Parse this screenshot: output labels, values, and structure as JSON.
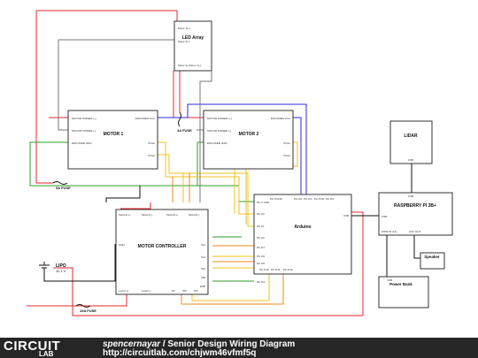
{
  "components": {
    "led_array": {
      "title": "LED Array",
      "pins": [
        "Motor 1(+)",
        "Motor 2(-)",
        "Motor 2(-)Motor 1(-)"
      ]
    },
    "motor1": {
      "title": "MOTOR 1",
      "pins_left": [
        "MOTOR POWER (+)",
        "MOTOR POWER (-)",
        "ENCODER GND"
      ],
      "pins_right": [
        "ENCODER VCC",
        "5Vout",
        "6Vout"
      ]
    },
    "motor2": {
      "title": "MOTOR 2",
      "pins_left": [
        "MOTOR POWER (+)",
        "MOTOR POWER (-)",
        "ENCODER GND"
      ],
      "pins_right": [
        "ENCODER VCC",
        "5Vout",
        "6Vout"
      ]
    },
    "fuse_3a": {
      "label": "3A FUSE"
    },
    "fuse_5a": {
      "label": "5A FUSE"
    },
    "fuse_10a": {
      "label": "10A FUSE"
    },
    "lipo": {
      "label": "LIPO",
      "voltage": "11.1 V"
    },
    "motor_controller": {
      "title": "MOTOR CONTROLLER",
      "pins_top": [
        "Motor1(+)",
        "Motor1(-)",
        "Motor2(+)",
        "Motor2(-)"
      ],
      "pins_left": [
        "GND"
      ],
      "pins_right": [
        "IN1",
        "IN2",
        "INA",
        "INB",
        "ENB"
      ],
      "pins_bottom": [
        "Load (+)",
        "Load (-)",
        "5V",
        "IN3",
        "IN4"
      ]
    },
    "arduino": {
      "title": "Arduino",
      "pins_top": [
        "Pin PGND",
        "Pin D2",
        "Pin D3",
        "Pin P1B",
        "Pin D4"
      ],
      "pins_left": [
        "Pin 3 GND",
        "Pin A3",
        "Pin A1",
        "Pin A0",
        "Pin D7",
        "Pin D6",
        "Pin D5",
        "Pin D4"
      ],
      "pins_bottom": [
        "Pin D10",
        "Pin D11",
        "Pin D12"
      ],
      "pins_right": [
        "USB"
      ]
    },
    "lidar": {
      "title": "LIDAR",
      "pin": "USB"
    },
    "raspberry_pi": {
      "title": "RASPBERRY PI 3B+",
      "pins": [
        "USB",
        "USB",
        "PWM IN (12)",
        "AUX OUT"
      ]
    },
    "speaker": {
      "title": "Speaker"
    },
    "power_bank": {
      "title": "Power Bank",
      "pin": "USB"
    }
  },
  "footer": {
    "logo_line1": "CIRCUIT",
    "logo_line2": "LAB",
    "author": "spencernayar",
    "separator": " / ",
    "title": "Senior Design Wiring Diagram",
    "url": "http://circuitlab.com/chjwm46vfmf5q"
  },
  "colors": {
    "red": "#e8262b",
    "blue": "#2a2ae0",
    "green": "#2e9e2e",
    "yellow": "#f2c21b",
    "orange": "#f08a1c",
    "gray": "#777777",
    "black": "#111111"
  }
}
